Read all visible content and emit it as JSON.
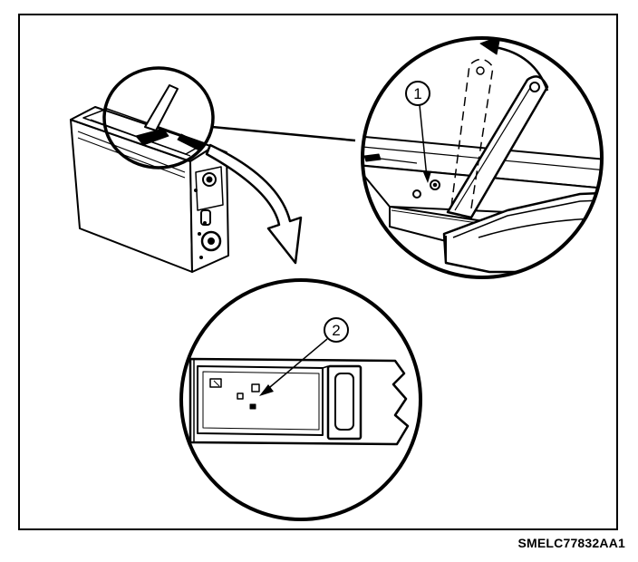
{
  "figure": {
    "code": "SMELC77832AA1",
    "callouts": [
      {
        "label": "1"
      },
      {
        "label": "2"
      }
    ]
  },
  "colors": {
    "ink": "#000000",
    "paper": "#ffffff"
  }
}
